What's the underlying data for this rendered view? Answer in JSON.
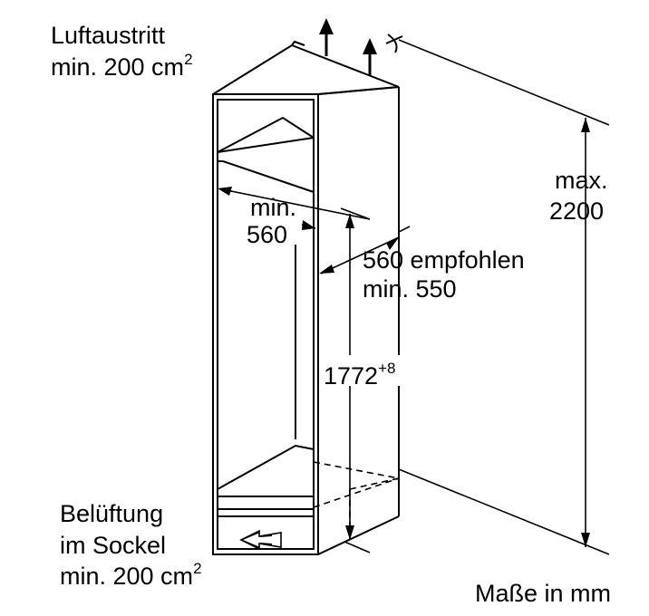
{
  "labels": {
    "air_outlet": "Luftaustritt",
    "air_outlet_area": "min. 200 cm",
    "air_outlet_exp": "2",
    "depth_min": "min.",
    "depth_value": "560",
    "width_recommended": "560 empfohlen",
    "width_min": "min. 550",
    "height_max_label": "max.",
    "height_max_value": "2200",
    "niche_height": "1772",
    "niche_height_tolerance": "+8",
    "vent_line1": "Belüftung",
    "vent_line2": "im Sockel",
    "vent_area": "min. 200 cm",
    "vent_area_exp": "2",
    "units": "Maße in mm"
  },
  "icons": {
    "outlet_arrows": "up-arrow-icon",
    "inlet_arrow": "right-arrow-icon",
    "break_mark": "dimension-break-icon"
  },
  "colors": {
    "stroke": "#000000",
    "background": "#ffffff"
  }
}
